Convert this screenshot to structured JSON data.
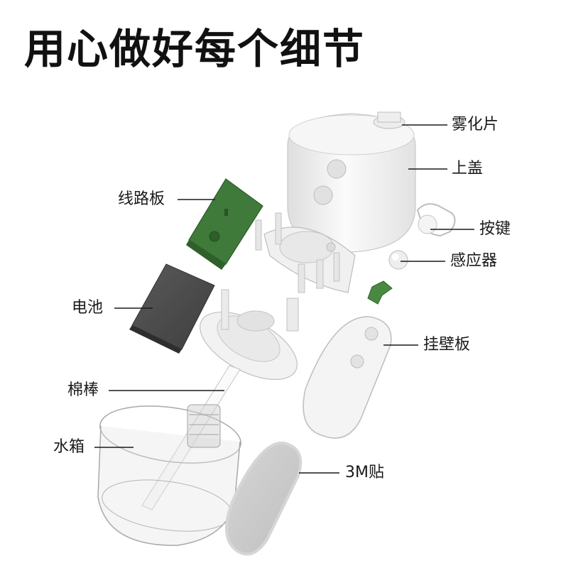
{
  "title": "用心做好每个细节",
  "labels": {
    "atomizer": "雾化片",
    "top_cover": "上盖",
    "button": "按键",
    "sensor": "感应器",
    "pcb": "线路板",
    "battery": "电池",
    "wall_plate": "挂壁板",
    "cotton_stick": "棉棒",
    "water_tank": "水箱",
    "adhesive": "3M贴"
  },
  "colors": {
    "pcb_green": "#3f7a3a",
    "battery_gray": "#4d4d4d",
    "white_part": "#f3f3f3",
    "outline": "#bdbdbd",
    "leader_line": "#1a1a1a"
  }
}
